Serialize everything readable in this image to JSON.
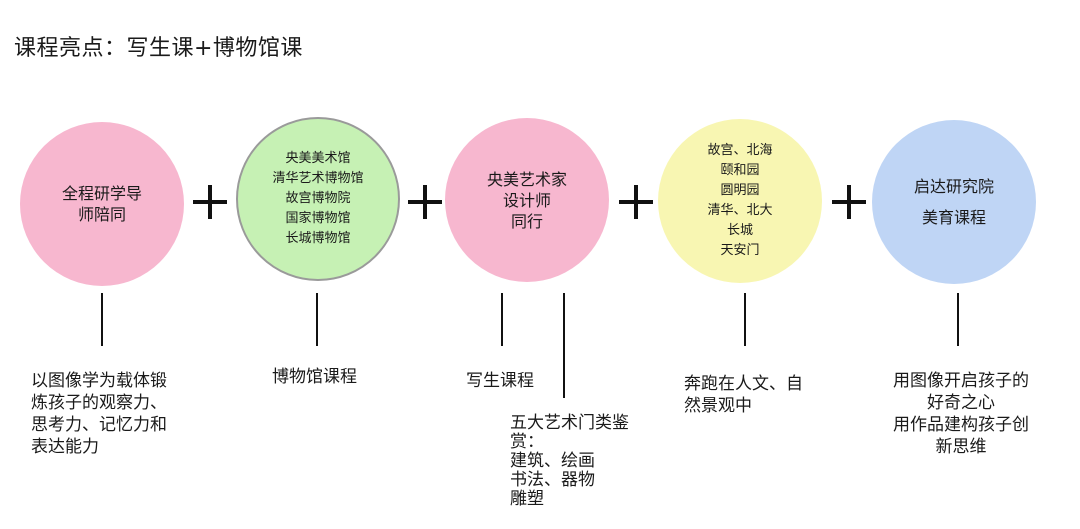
{
  "title": "课程亮点：写生课+博物馆课",
  "circles": [
    {
      "lines": [
        "全程研学导",
        "师陪同"
      ],
      "color": "#f7b7cf"
    },
    {
      "lines": [
        "央美美术馆",
        "清华艺术博物馆",
        "故宫博物院",
        "国家博物馆",
        "长城博物馆"
      ],
      "color": "#c6f1b4"
    },
    {
      "lines": [
        "央美艺术家",
        "设计师",
        "同行"
      ],
      "color": "#f7b7cf"
    },
    {
      "lines": [
        "故宫、北海",
        "颐和园",
        "圆明园",
        "清华、北大",
        "长城",
        "天安门"
      ],
      "color": "#f8f6b2"
    },
    {
      "lines": [
        "启达研究院",
        "美育课程"
      ],
      "color": "#bfd5f5"
    }
  ],
  "descriptions": [
    {
      "lines": [
        "以图像学为载体锻",
        "炼孩子的观察力、",
        "思考力、记忆力和",
        "表达能力"
      ]
    },
    {
      "lines": [
        "博物馆课程"
      ]
    },
    {
      "lines": [
        "写生课程"
      ]
    },
    {
      "lines": [
        "五大艺术门类鉴",
        "赏：",
        "建筑、绘画",
        "书法、器物",
        "雕塑"
      ]
    },
    {
      "lines": [
        "奔跑在人文、自",
        "然景观中"
      ]
    },
    {
      "lines": [
        "用图像开启孩子的",
        "好奇之心",
        "用作品建构孩子创",
        "新思维"
      ]
    }
  ]
}
